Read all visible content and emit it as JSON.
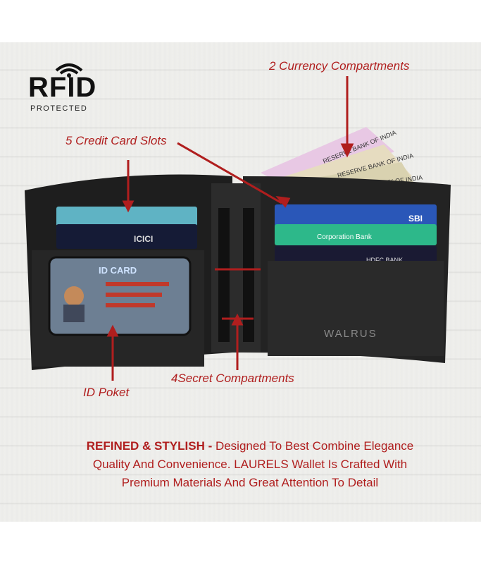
{
  "rfid": {
    "title": "RFID",
    "subtitle": "PROTECTED"
  },
  "annotations": {
    "currency": "2 Currency Compartments",
    "credit_card": "5 Credit Card Slots",
    "id_pocket": "ID Poket",
    "secret": "4Secret Compartments"
  },
  "wallet": {
    "brand": "WALRUS",
    "id_card_label": "ID CARD",
    "bank_text_1": "RESERVE BANK OF INDIA",
    "bank_text_2": "RESERVE BANK OF INDIA",
    "bank_text_3": "RESERVE BANK OF INDIA",
    "card_sbi": "SBI",
    "card_corp": "Corporation Bank",
    "card_hdfc": "HDFC BANK",
    "card_icici": "ICICI"
  },
  "caption": {
    "highlight": "REFINED & STYLISH - ",
    "line1": "Designed To Best Combine Elegance",
    "line2": "Quality And Convenience. LAURELS Wallet Is Crafted With",
    "line3": "Premium Materials And Great Attention To Detail"
  },
  "colors": {
    "annotation": "#b01e1e",
    "leather": "#2a2a2a"
  }
}
